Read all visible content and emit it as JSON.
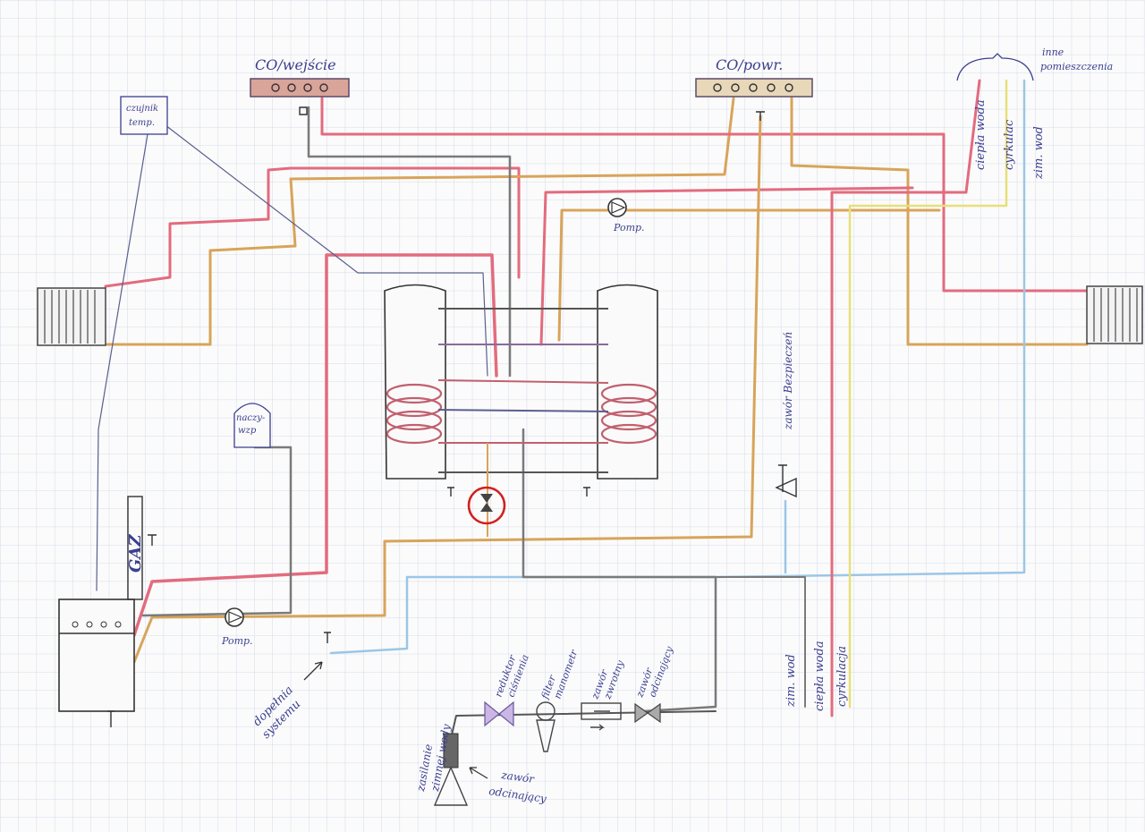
{
  "labels": {
    "co_in": "CO/wejście",
    "co_out": "CO/powr.",
    "inne_line1": "inne",
    "inne_line2": "pomieszczenia",
    "sensor_line1": "czujnik",
    "sensor_line2": "temp.",
    "pump_top": "Pomp.",
    "pump_bottom": "Pomp.",
    "expansion_line1": "naczy-",
    "expansion_line2": "wzp",
    "gas": "GAZ",
    "refill_line1": "dopełnia",
    "refill_line2": "systemu",
    "safety_valve": "zawór Bezpieczeń",
    "right_top_hot": "ciepła woda",
    "right_top_circ": "cyrkulac",
    "right_top_cold": "zim. wod",
    "bottom_cold": "zim. wod",
    "bottom_hot": "ciepła woda",
    "bottom_circ": "cyrkulacja",
    "reducer_line1": "reduktor",
    "reducer_line2": "ciśnienia",
    "filter_line1": "filter",
    "filter_line2": "manometr",
    "check_valve_line1": "zawór",
    "check_valve_line2": "zwrotny",
    "shutoff_line1": "zawór",
    "shutoff_line2": "odcinający",
    "supply_line1": "zasilanie",
    "supply_line2": "zimnej wody",
    "main_valve_line1": "zawór",
    "main_valve_line2": "odcinający"
  },
  "colors": {
    "paper": "#fbfbfb",
    "grid": "#c9d3e6",
    "hot": "#e36b7e",
    "warm": "#d8a45a",
    "cold": "#9cc6e6",
    "gray": "#7a7a7a",
    "ink": "#3b3f8f",
    "circ": "#e8df7a",
    "highlight": "#d41f1f"
  }
}
